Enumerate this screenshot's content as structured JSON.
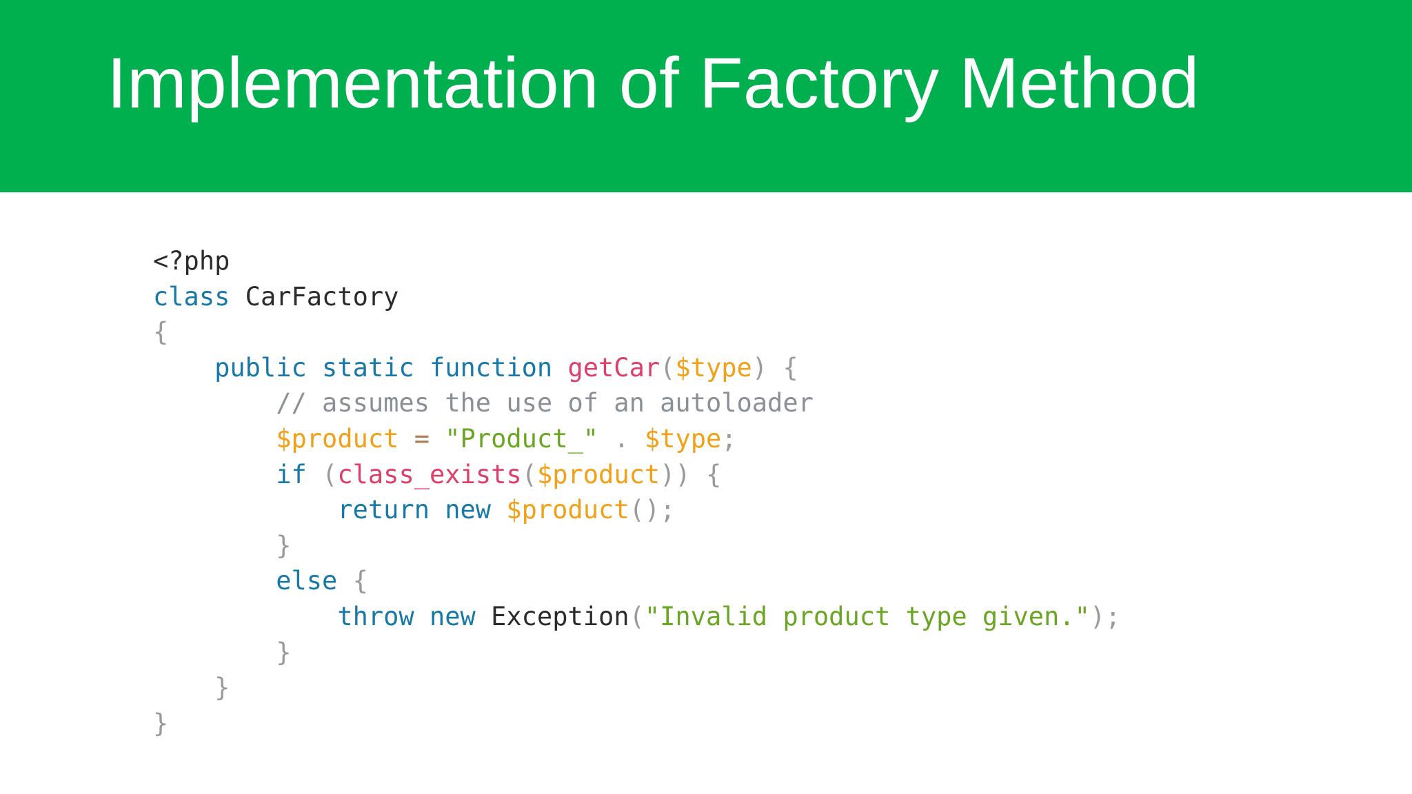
{
  "slide": {
    "title": "Implementation of Factory Method",
    "banner_color": "#00b04f",
    "background_color": "#ffffff",
    "title_color": "#ffffff"
  },
  "code": {
    "language": "php",
    "colors": {
      "keyword": "#1878a8",
      "function": "#dd3f6a",
      "variable": "#f2a018",
      "string": "#6aa623",
      "comment": "#8a9096",
      "punctuation": "#9a9a9a",
      "operator": "#b07a4e",
      "plain": "#2b2b2b"
    },
    "lines": [
      {
        "indent": 0,
        "tokens": [
          {
            "t": "<?php",
            "c": "plain"
          }
        ]
      },
      {
        "indent": 0,
        "tokens": [
          {
            "t": "class",
            "c": "keyword"
          },
          {
            "t": " ",
            "c": "plain"
          },
          {
            "t": "CarFactory",
            "c": "plain"
          }
        ]
      },
      {
        "indent": 0,
        "tokens": [
          {
            "t": "{",
            "c": "punctuation"
          }
        ]
      },
      {
        "indent": 1,
        "tokens": [
          {
            "t": "public",
            "c": "keyword"
          },
          {
            "t": " ",
            "c": "plain"
          },
          {
            "t": "static",
            "c": "keyword"
          },
          {
            "t": " ",
            "c": "plain"
          },
          {
            "t": "function",
            "c": "keyword"
          },
          {
            "t": " ",
            "c": "plain"
          },
          {
            "t": "getCar",
            "c": "function"
          },
          {
            "t": "(",
            "c": "punctuation"
          },
          {
            "t": "$type",
            "c": "variable"
          },
          {
            "t": ")",
            "c": "punctuation"
          },
          {
            "t": " ",
            "c": "plain"
          },
          {
            "t": "{",
            "c": "punctuation"
          }
        ]
      },
      {
        "indent": 2,
        "tokens": [
          {
            "t": "// assumes the use of an autoloader",
            "c": "comment"
          }
        ]
      },
      {
        "indent": 2,
        "tokens": [
          {
            "t": "$product",
            "c": "variable"
          },
          {
            "t": " ",
            "c": "plain"
          },
          {
            "t": "=",
            "c": "operator"
          },
          {
            "t": " ",
            "c": "plain"
          },
          {
            "t": "\"Product_\"",
            "c": "string"
          },
          {
            "t": " ",
            "c": "plain"
          },
          {
            "t": ".",
            "c": "punctuation"
          },
          {
            "t": " ",
            "c": "plain"
          },
          {
            "t": "$type",
            "c": "variable"
          },
          {
            "t": ";",
            "c": "punctuation"
          }
        ]
      },
      {
        "indent": 2,
        "tokens": [
          {
            "t": "if",
            "c": "keyword"
          },
          {
            "t": " ",
            "c": "plain"
          },
          {
            "t": "(",
            "c": "punctuation"
          },
          {
            "t": "class_exists",
            "c": "function"
          },
          {
            "t": "(",
            "c": "punctuation"
          },
          {
            "t": "$product",
            "c": "variable"
          },
          {
            "t": "))",
            "c": "punctuation"
          },
          {
            "t": " ",
            "c": "plain"
          },
          {
            "t": "{",
            "c": "punctuation"
          }
        ]
      },
      {
        "indent": 3,
        "tokens": [
          {
            "t": "return",
            "c": "keyword"
          },
          {
            "t": " ",
            "c": "plain"
          },
          {
            "t": "new",
            "c": "keyword"
          },
          {
            "t": " ",
            "c": "plain"
          },
          {
            "t": "$product",
            "c": "variable"
          },
          {
            "t": "();",
            "c": "punctuation"
          }
        ]
      },
      {
        "indent": 2,
        "tokens": [
          {
            "t": "}",
            "c": "punctuation"
          }
        ]
      },
      {
        "indent": 2,
        "tokens": [
          {
            "t": "else",
            "c": "keyword"
          },
          {
            "t": " ",
            "c": "plain"
          },
          {
            "t": "{",
            "c": "punctuation"
          }
        ]
      },
      {
        "indent": 3,
        "tokens": [
          {
            "t": "throw",
            "c": "keyword"
          },
          {
            "t": " ",
            "c": "plain"
          },
          {
            "t": "new",
            "c": "keyword"
          },
          {
            "t": " ",
            "c": "plain"
          },
          {
            "t": "Exception",
            "c": "plain"
          },
          {
            "t": "(",
            "c": "punctuation"
          },
          {
            "t": "\"Invalid product type given.\"",
            "c": "string"
          },
          {
            "t": ");",
            "c": "punctuation"
          }
        ]
      },
      {
        "indent": 2,
        "tokens": [
          {
            "t": "}",
            "c": "punctuation"
          }
        ]
      },
      {
        "indent": 1,
        "tokens": [
          {
            "t": "}",
            "c": "punctuation"
          }
        ]
      },
      {
        "indent": 0,
        "tokens": [
          {
            "t": "}",
            "c": "punctuation"
          }
        ]
      }
    ]
  }
}
